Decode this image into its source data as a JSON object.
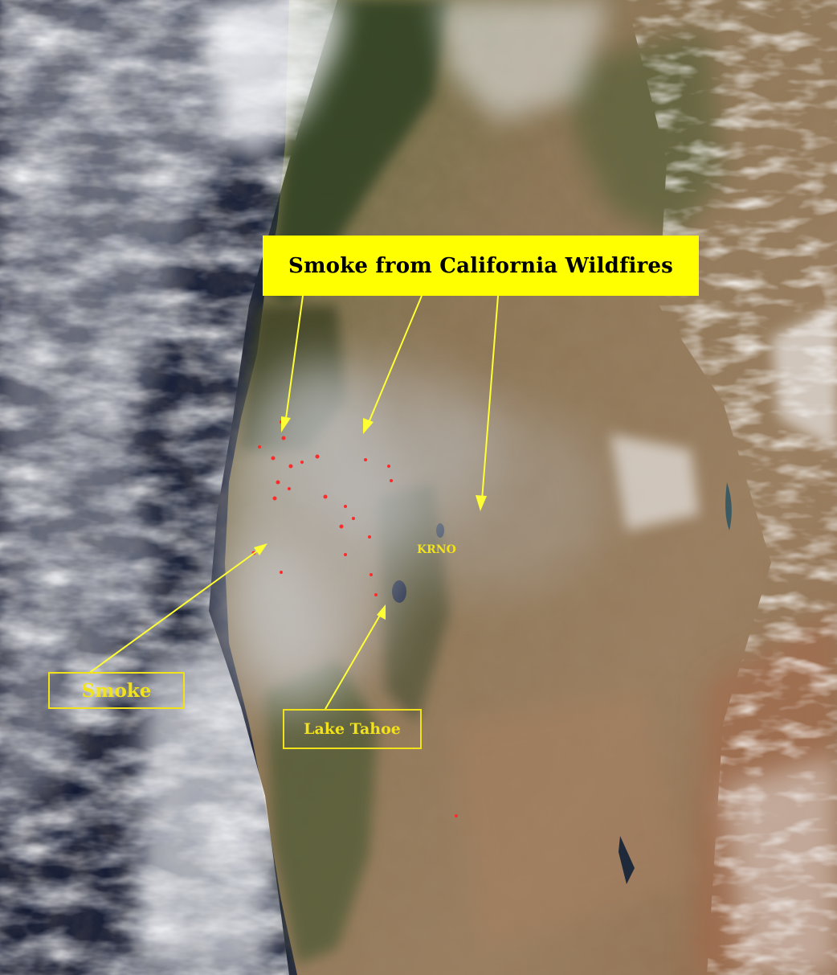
{
  "annotations": {
    "title": "Smoke from California Wildfires",
    "smoke": "Smoke",
    "lake": "Lake Tahoe",
    "station": "KRNO"
  },
  "colors": {
    "callout_fill": "#ffff00",
    "callout_text": "#000000",
    "annotation_yellow": "#f2e21a",
    "fire_hotspot": "#ff2a2a",
    "ocean": "#101a36",
    "land": "#8a7658"
  }
}
